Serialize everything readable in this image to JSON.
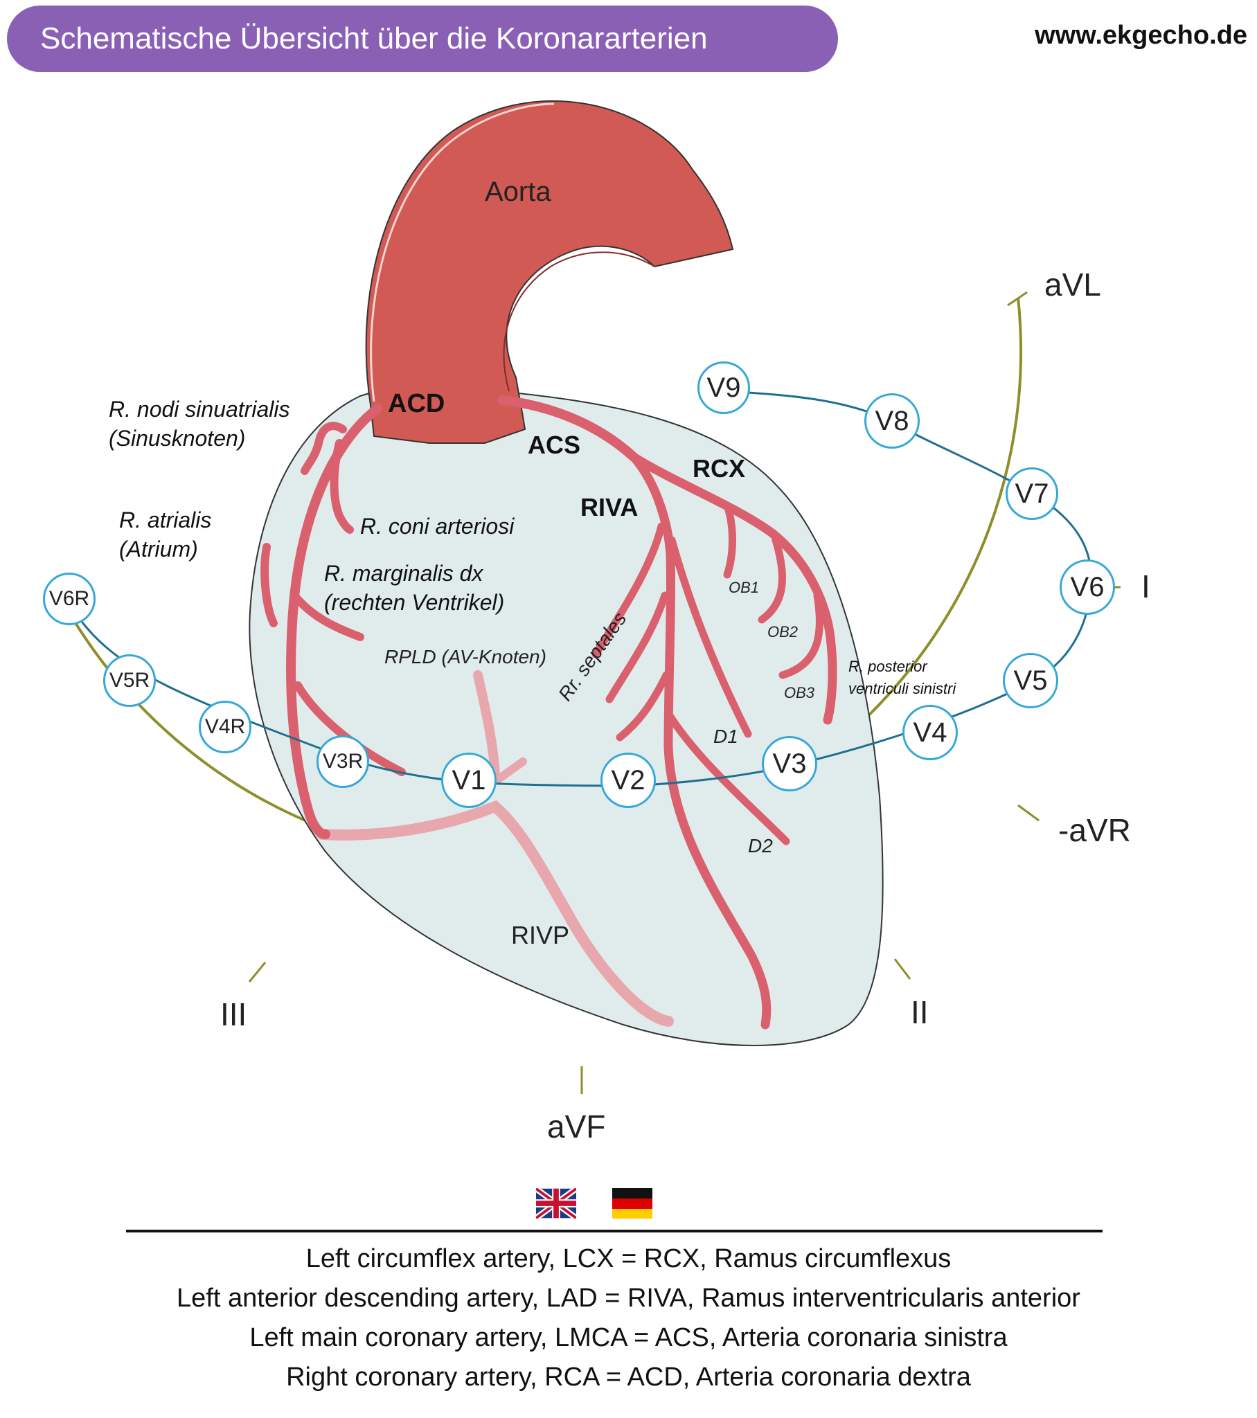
{
  "title": "Schematische Übersicht über die Koronararterien",
  "website": "www.ekgecho.de",
  "labels": {
    "aorta": "Aorta",
    "acd": "ACD",
    "acs": "ACS",
    "rcx": "RCX",
    "riva": "RIVA",
    "rivp": "RIVP",
    "nodi_1": "R. nodi sinuatrialis",
    "nodi_2": "(Sinusknoten)",
    "atrialis_1": "R. atrialis",
    "atrialis_2": "(Atrium)",
    "coni": "R. coni arteriosi",
    "marginalis_1": "R. marginalis dx",
    "marginalis_2": "(rechten Ventrikel)",
    "rpld": "RPLD (AV-Knoten)",
    "septales": "Rr. septales",
    "ob1": "OB1",
    "ob2": "OB2",
    "ob3": "OB3",
    "posterior_1": "R. posterior",
    "posterior_2": "ventriculi sinistri",
    "d1": "D1",
    "d2": "D2"
  },
  "precordial_leads": [
    "V6R",
    "V5R",
    "V4R",
    "V3R",
    "V1",
    "V2",
    "V3",
    "V4",
    "V5",
    "V6",
    "V7",
    "V8",
    "V9"
  ],
  "limb_leads": {
    "avl": "aVL",
    "i": "I",
    "minus_avr": "-aVR",
    "ii": "II",
    "avf": "aVF",
    "iii": "III"
  },
  "legend": [
    "Left circumflex artery, LCX = RCX, Ramus circumflexus",
    "Left anterior descending artery, LAD = RIVA, Ramus interventricularis anterior",
    "Left main coronary artery, LMCA = ACS, Arteria coronaria sinistra",
    "Right coronary artery, RCA = ACD, Arteria coronaria dextra"
  ],
  "colors": {
    "title_bg": "#8a60b5",
    "aorta": "#d15a55",
    "artery": "#d9606c",
    "posterior_artery": "#e8a6ad",
    "heart": "#e0ecec",
    "precordial_line": "#1f6f8f",
    "limb_arc": "#8e8e2a"
  }
}
